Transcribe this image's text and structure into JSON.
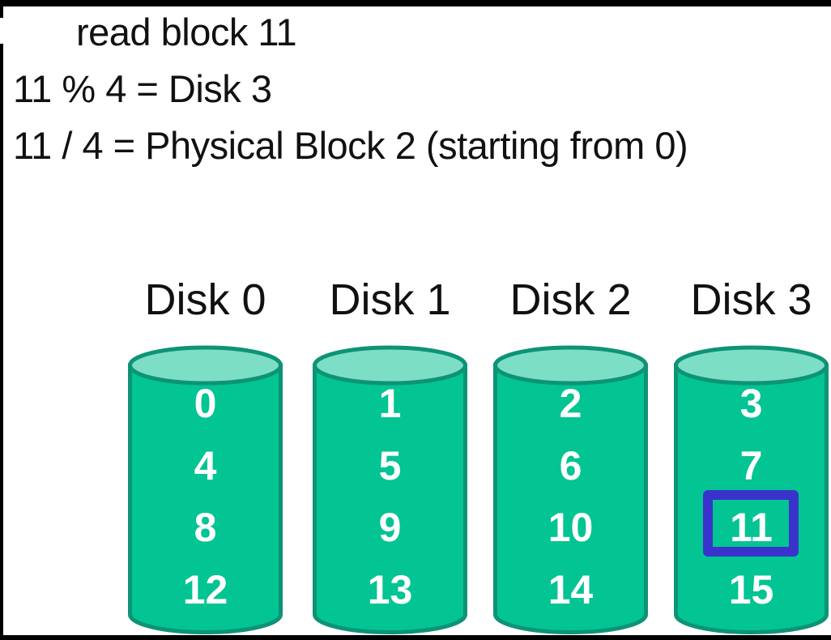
{
  "colors": {
    "frame_black": "#000000",
    "text_black": "#111111",
    "cylinder_body": "#03c493",
    "cylinder_top": "#7ddec6",
    "cylinder_outline": "#0e9376",
    "block_number_white": "#ffffff",
    "highlight_blue": "#3933cc"
  },
  "annotation": {
    "line1": "read block 11",
    "line2": "11 % 4 = Disk 3",
    "line3": "11 / 4 = Physical Block 2 (starting from 0)"
  },
  "disks": [
    {
      "label": "Disk 0",
      "blocks": [
        "0",
        "4",
        "8",
        "12"
      ]
    },
    {
      "label": "Disk 1",
      "blocks": [
        "1",
        "5",
        "9",
        "13"
      ]
    },
    {
      "label": "Disk 2",
      "blocks": [
        "2",
        "6",
        "10",
        "14"
      ]
    },
    {
      "label": "Disk 3",
      "blocks": [
        "3",
        "7",
        "11",
        "15"
      ]
    }
  ],
  "highlight": {
    "disk": "Disk 3",
    "block": "11",
    "physical_block_index": 2
  }
}
